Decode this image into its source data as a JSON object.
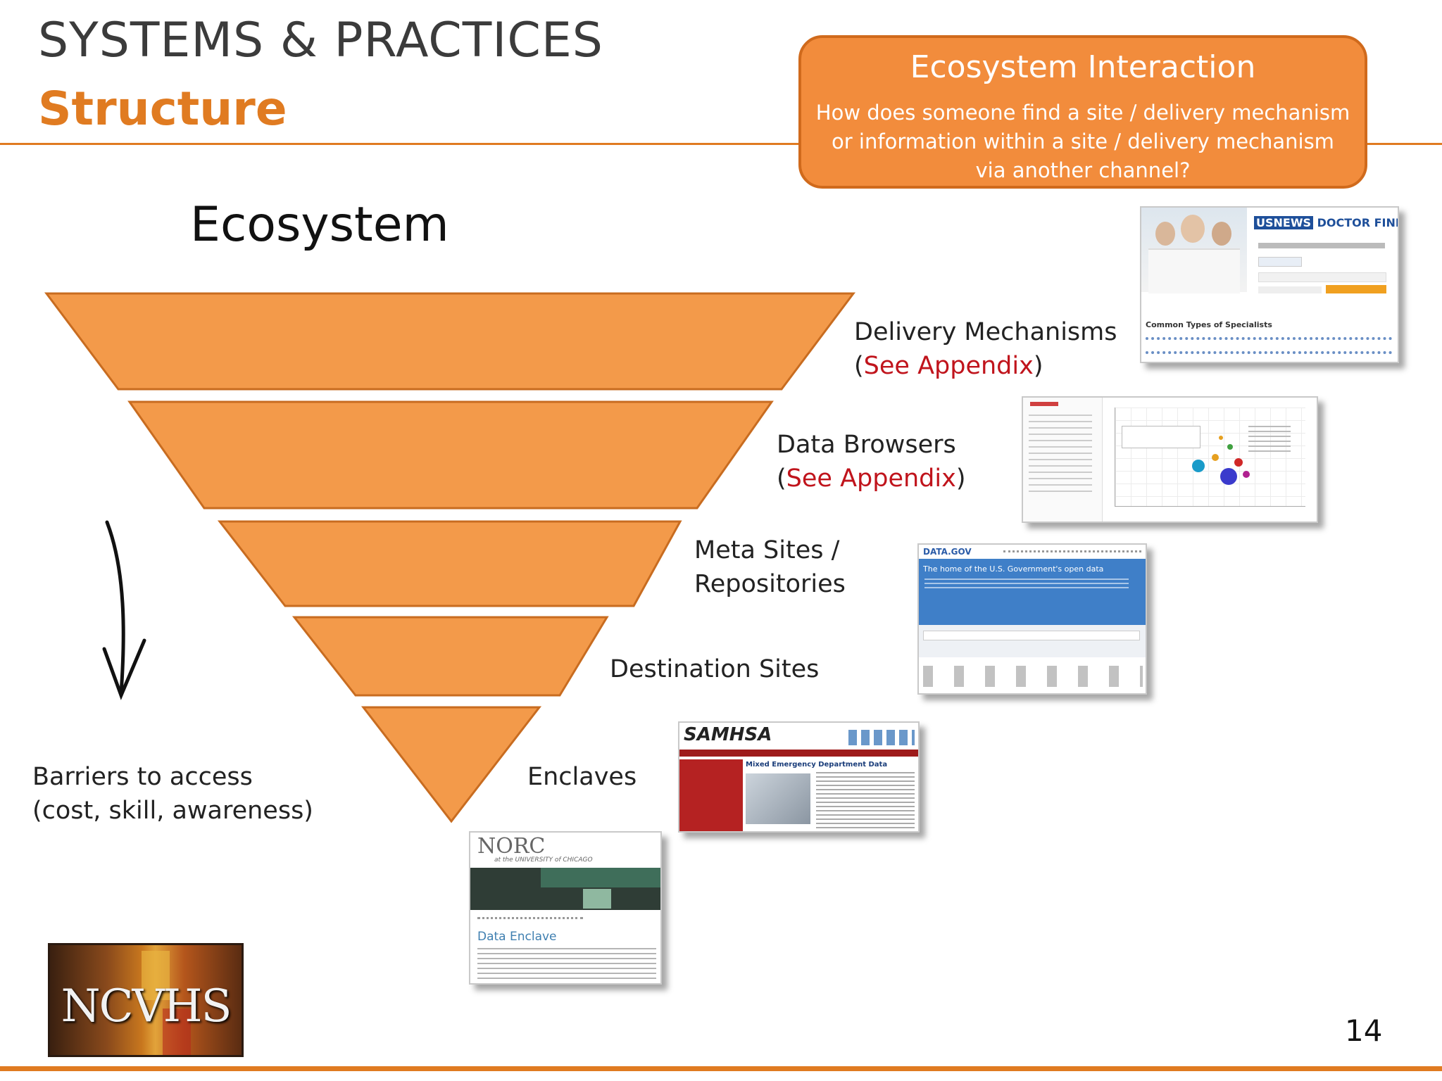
{
  "header": {
    "section": "SYSTEMS & PRACTICES",
    "subsection": "Structure"
  },
  "callout": {
    "title": "Ecosystem Interaction",
    "body": "How does someone find a site / delivery mechanism or information within a site / delivery mechanism via another channel?"
  },
  "diagram": {
    "title": "Ecosystem",
    "tiers": [
      {
        "label_line1": "Delivery Mechanisms",
        "appendix": "See Appendix"
      },
      {
        "label_line1": "Data Browsers",
        "appendix": "See Appendix"
      },
      {
        "label_line1": "Meta Sites /",
        "label_line2": "Repositories"
      },
      {
        "label_line1": "Destination Sites"
      },
      {
        "label_line1": "Enclaves"
      }
    ],
    "arrow_label_line1": "Barriers to access",
    "arrow_label_line2": "(cost, skill, awareness)",
    "colors": {
      "tier_fill": "#f39a4a",
      "tier_stroke": "#c86c20",
      "accent": "#e07b21",
      "appendix_text": "#c0141c"
    }
  },
  "thumbnails": {
    "doctor_finder": {
      "brand": "USNEWS",
      "title": "DOCTOR FINDER",
      "section": "Common Types of Specialists"
    },
    "data_gov": {
      "brand": "DATA.GOV",
      "headline": "The home of the U.S. Government's open data"
    },
    "samhsa": {
      "brand": "SAMHSA",
      "headline": "Mixed Emergency Department Data"
    },
    "norc": {
      "brand": "NORC",
      "subtitle": "at the UNIVERSITY of CHICAGO",
      "headline": "Data Enclave"
    }
  },
  "logo": {
    "text": "NCVHS"
  },
  "page_number": "14"
}
